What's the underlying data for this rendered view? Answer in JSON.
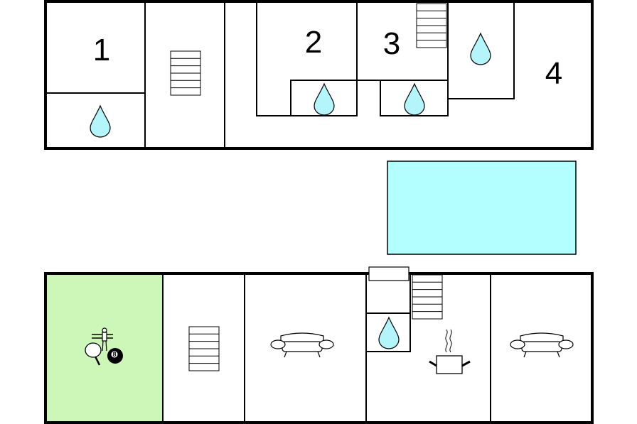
{
  "colors": {
    "wall": "#000000",
    "water": "#b3f5fb",
    "pool": "#b3ffff",
    "game_room": "#ccf7b8",
    "background": "#ffffff"
  },
  "upper_floor": {
    "bedrooms": [
      {
        "label": "1"
      },
      {
        "label": "2"
      },
      {
        "label": "3"
      },
      {
        "label": "4"
      }
    ],
    "icons": [
      "bathroom-drop-icon",
      "stairs-icon"
    ]
  },
  "outdoor": {
    "pool": {
      "icon": "swimming-pool"
    }
  },
  "ground_floor": {
    "rooms": [
      {
        "name": "game-room",
        "icons": [
          "table-football-icon",
          "table-tennis-icon",
          "billiard-ball-icon"
        ],
        "ball_number": "8"
      },
      {
        "name": "stairwell",
        "icons": [
          "stairs-icon"
        ]
      },
      {
        "name": "living-room",
        "icons": [
          "sofa-icon"
        ]
      },
      {
        "name": "kitchen",
        "icons": [
          "stairs-icon",
          "bathroom-drop-icon",
          "cooking-pot-icon"
        ]
      },
      {
        "name": "living-room-2",
        "icons": [
          "sofa-icon"
        ]
      }
    ]
  }
}
